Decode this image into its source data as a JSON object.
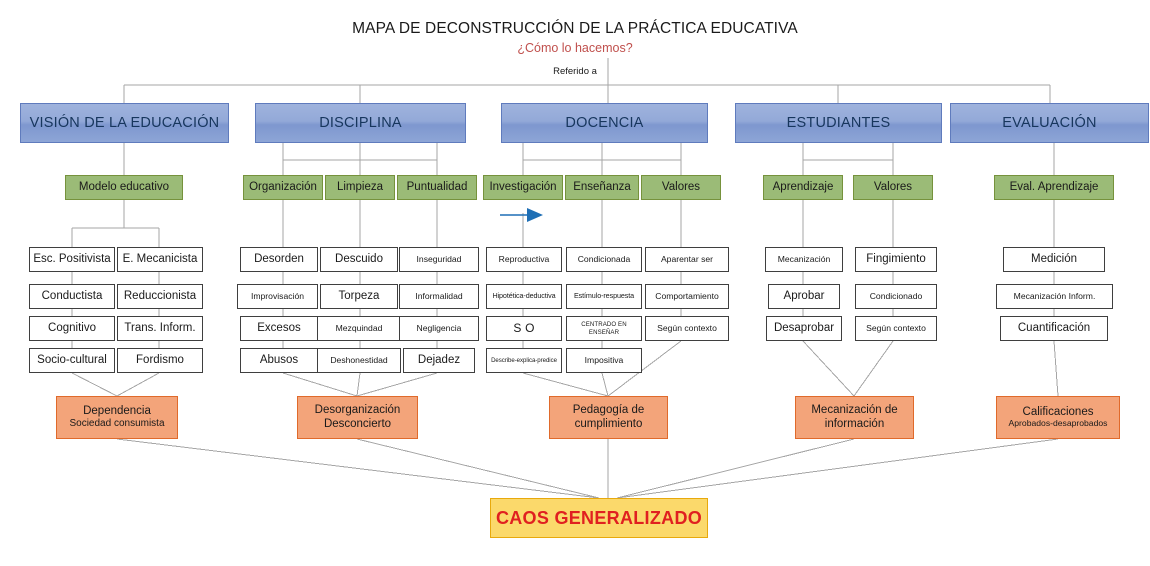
{
  "title": {
    "main": "MAPA DE DECONSTRUCCIÓN DE LA PRÁCTICA EDUCATIVA",
    "sub": "¿Cómo lo hacemos?",
    "connector_label": "Referido a"
  },
  "colors": {
    "blue_fill": "#93a9d8",
    "blue_border": "#5f7bbd",
    "blue_text": "#17365d",
    "green_fill": "#9bbb77",
    "green_border": "#76923c",
    "orange_fill": "#f3a47a",
    "orange_border": "#e06a2b",
    "yellow_fill": "#fbd96b",
    "yellow_border": "#e8a90c",
    "red_text": "#e02020",
    "subtitle_text": "#c0504d",
    "line": "#a6a6a6",
    "arrow_blue": "#1f6fb5"
  },
  "categories": [
    {
      "id": "vision",
      "label": "VISIÓN DE LA EDUCACIÓN"
    },
    {
      "id": "disciplina",
      "label": "DISCIPLINA"
    },
    {
      "id": "docencia",
      "label": "DOCENCIA"
    },
    {
      "id": "estudiantes",
      "label": "ESTUDIANTES"
    },
    {
      "id": "evaluacion",
      "label": "EVALUACIÓN"
    }
  ],
  "subcategories": [
    {
      "id": "modelo-educativo",
      "label": "Modelo educativo"
    },
    {
      "id": "organizacion",
      "label": "Organización"
    },
    {
      "id": "limpieza",
      "label": "Limpieza"
    },
    {
      "id": "puntualidad",
      "label": "Puntualidad"
    },
    {
      "id": "investigacion",
      "label": "Investigación"
    },
    {
      "id": "ensenanza",
      "label": "Enseñanza"
    },
    {
      "id": "valores-docencia",
      "label": "Valores"
    },
    {
      "id": "aprendizaje",
      "label": "Aprendizaje"
    },
    {
      "id": "valores-estudiantes",
      "label": "Valores"
    },
    {
      "id": "eval-aprendizaje",
      "label": "Eval. Aprendizaje"
    }
  ],
  "detail_columns": [
    {
      "id": "col-esc-positivista",
      "items": [
        "Esc. Positivista",
        "Conductista",
        "Cognitivo",
        "Socio-cultural"
      ]
    },
    {
      "id": "col-e-mecanicista",
      "items": [
        "E. Mecanicista",
        "Reduccionista",
        "Trans. Inform.",
        "Fordismo"
      ]
    },
    {
      "id": "col-desorden",
      "items": [
        "Desorden",
        "Improvisación",
        "Excesos",
        "Abusos"
      ]
    },
    {
      "id": "col-descuido",
      "items": [
        "Descuido",
        "Torpeza",
        "Mezquindad",
        "Deshonestidad"
      ]
    },
    {
      "id": "col-inseguridad",
      "items": [
        "Inseguridad",
        "Informalidad",
        "Negligencia",
        "Dejadez"
      ]
    },
    {
      "id": "col-reproductiva",
      "items": [
        "Reproductiva",
        "Hipotética-deductiva",
        "S        O",
        "Describe-explica-predice"
      ]
    },
    {
      "id": "col-condicionada",
      "items": [
        "Condicionada",
        "Estímulo-respuesta",
        "CENTRADO EN ENSEÑAR",
        "Impositiva"
      ]
    },
    {
      "id": "col-aparentar-ser",
      "items": [
        "Aparentar ser",
        "Comportamiento",
        "Según contexto"
      ]
    },
    {
      "id": "col-mecanizacion",
      "items": [
        "Mecanización",
        "Aprobar",
        "Desaprobar"
      ]
    },
    {
      "id": "col-fingimiento",
      "items": [
        "Fingimiento",
        "Condicionado",
        "Según contexto"
      ]
    },
    {
      "id": "col-medicion",
      "items": [
        "Medición",
        "Mecanización Inform.",
        "Cuantificación"
      ]
    }
  ],
  "outcomes": [
    {
      "id": "dependencia",
      "line1": "Dependencia",
      "line2": "Sociedad consumista"
    },
    {
      "id": "desorganizacion",
      "line1": "Desorganización",
      "line2": "Desconcierto"
    },
    {
      "id": "pedagogia",
      "line1": "Pedagogía de",
      "line2": "cumplimiento"
    },
    {
      "id": "mecanizacion-info",
      "line1": "Mecanización de",
      "line2": "información"
    },
    {
      "id": "calificaciones",
      "line1": "Calificaciones",
      "line2": "Aprobados-desaprobados"
    }
  ],
  "conclusion": {
    "label": "CAOS GENERALIZADO"
  },
  "arrow": {
    "id": "investigacion-arrow",
    "direction": "right"
  }
}
